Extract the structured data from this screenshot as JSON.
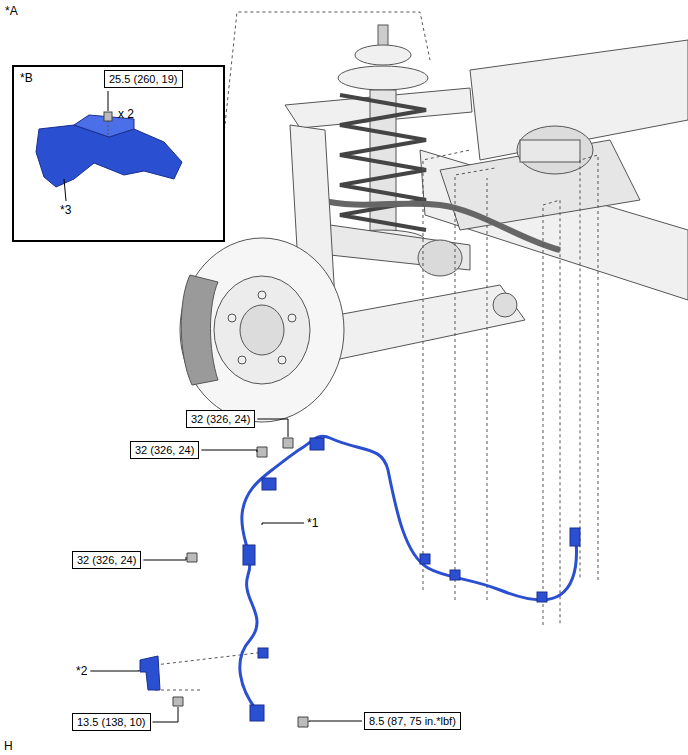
{
  "diagram": {
    "nodes": [
      {
        "text": [
          "*B",
          "x 2",
          "*3"
        ]
      },
      {
        "text": [
          "25.5 (260, 19)"
        ],
        "in": 0
      },
      {
        "text": [
          "32 (326, 24)"
        ]
      },
      {
        "text": [
          "32 (326, 24)"
        ]
      },
      {
        "text": [
          "32 (326, 24)"
        ]
      },
      {
        "text": [
          "13.5 (138, 10)"
        ]
      },
      {
        "text": [
          "8.5 (87, 75 in.*lbf)"
        ]
      }
    ],
    "edges": [],
    "labels": [
      "*A",
      "*1",
      "*2",
      "H"
    ]
  }
}
